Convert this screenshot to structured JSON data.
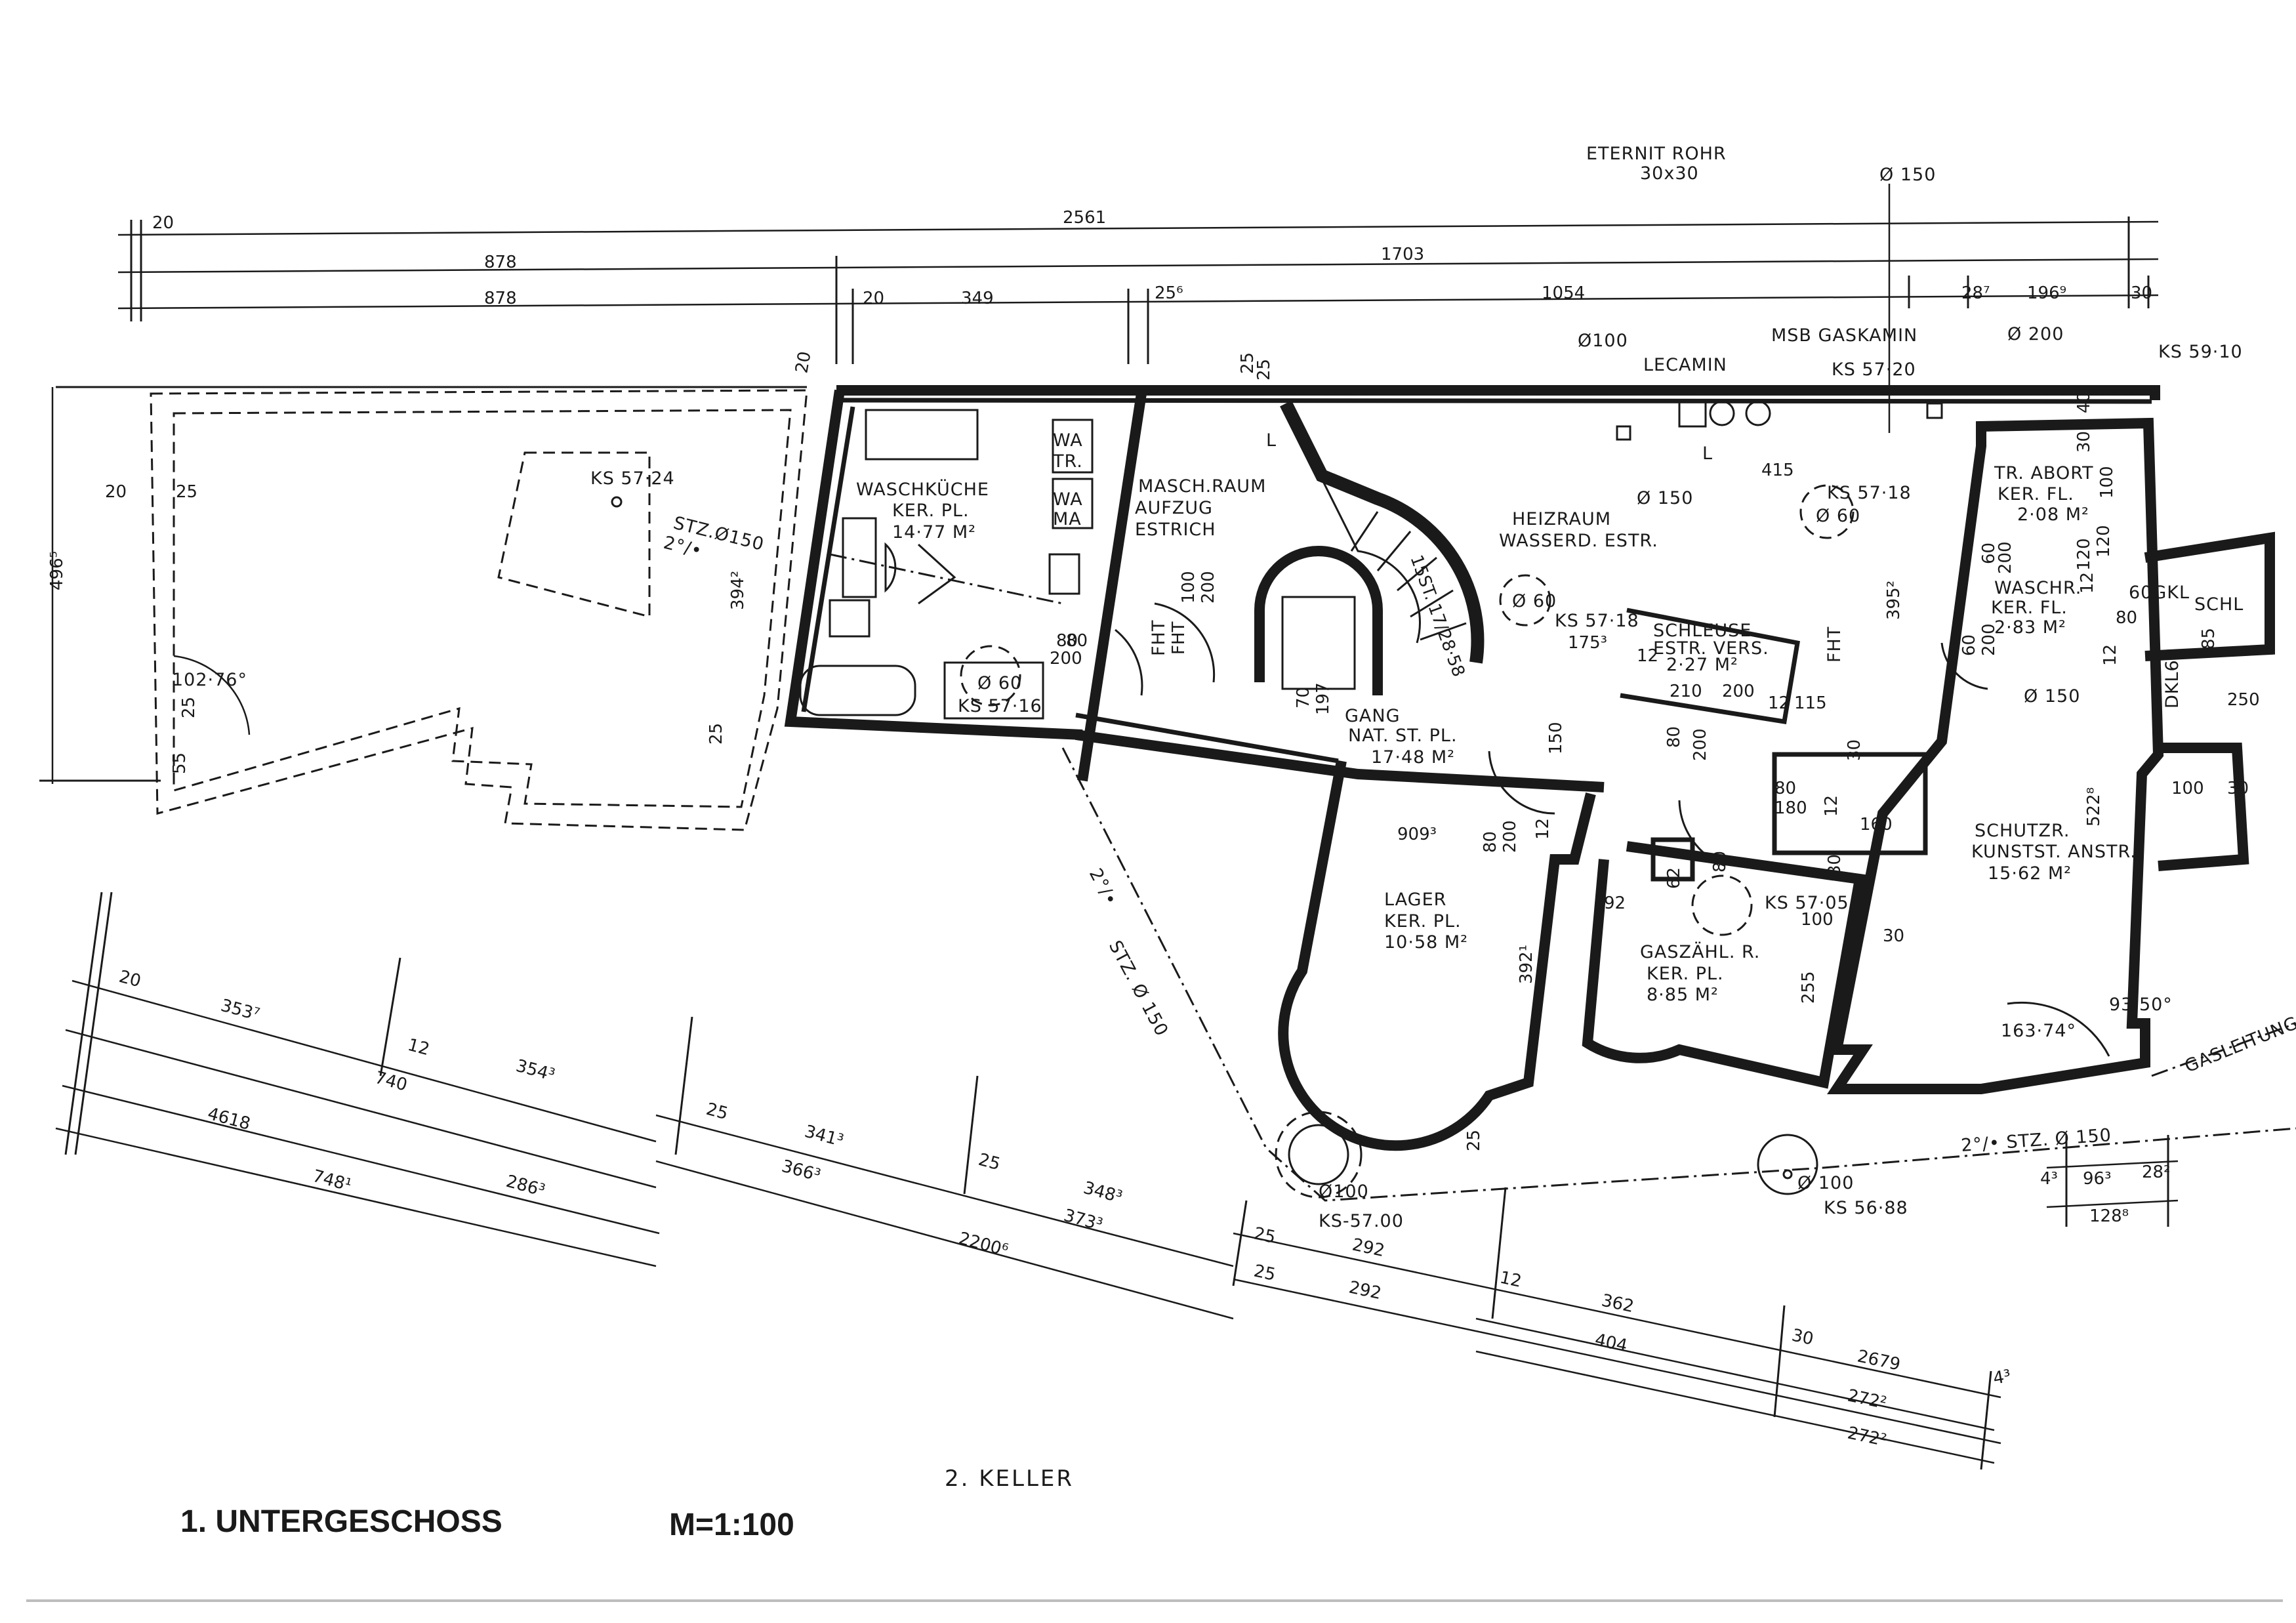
{
  "sheet": {
    "title": "1. UNTERGESCHOSS",
    "scale": "M=1:100",
    "subtitle": "2. KELLER"
  },
  "rooms": [
    {
      "name": "WASCHKÜCHE",
      "floor": "KER. PL.",
      "area": "14·77 M²"
    },
    {
      "name": "MASCH.RAUM",
      "floor": "AUFZUG",
      "area": "ESTRICH"
    },
    {
      "name": "HEIZRAUM",
      "floor": "WASSERD. ESTR.",
      "area": ""
    },
    {
      "name": "TR. ABORT",
      "floor": "KER. FL.",
      "area": "2·08 M²"
    },
    {
      "name": "WASCHR.",
      "floor": "KER. FL.",
      "area": "2·83 M²"
    },
    {
      "name": "SCHLEUSE",
      "floor": "ESTR. VERS.",
      "area": "2·27 M²"
    },
    {
      "name": "GANG",
      "floor": "NAT. ST. PL.",
      "area": "17·48 M²"
    },
    {
      "name": "LAGER",
      "floor": "KER. PL.",
      "area": "10·58 M²"
    },
    {
      "name": "GASZÄHL. R.",
      "floor": "KER. PL.",
      "area": "8·85 M²"
    },
    {
      "name": "SCHUTZR.",
      "floor": "KUNSTST. ANSTR.",
      "area": "15·62 M²"
    },
    {
      "name": "SCHL",
      "floor": "",
      "area": ""
    }
  ],
  "notes": {
    "eternit": "ETERNIT ROHR",
    "eternit_size": "30x30",
    "pipe150_top": "Ø 150",
    "msb": "MSB GASKAMIN",
    "lecamin": "LECAMIN",
    "d100_top": "Ø100",
    "d200_top": "Ø 200",
    "ks5720": "KS 57·20",
    "ks5910": "KS 59·10",
    "ks5724": "KS 57·24",
    "ks5718a": "KS 57·18",
    "ks5718b": "KS 57·18",
    "ks5716": "KS 57·16",
    "ks5705": "KS 57·05",
    "ks5700": "KS-57.00",
    "ks5688": "KS 56·88",
    "stz_top": "STZ.Ø150",
    "stz_top_pct": "2°/•",
    "stz_diag": "STZ. Ø 150",
    "stz_diag_pct": "2°/•",
    "stz_right": "2°/• STZ. Ø 150",
    "gasleitung": "GASLEITUNG",
    "angle1": "102·76°",
    "angle2": "163·74°",
    "angle3": "93·50°",
    "d60a": "Ø 60",
    "d60b": "Ø 60",
    "d60c": "Ø 60",
    "d150a": "Ø 150",
    "d150b": "Ø 150",
    "d100_low": "Ø100",
    "d100_low2": "Ø 100",
    "wa": "WA",
    "tr": "TR.",
    "wa2": "WA",
    "ma": "MA",
    "fht1": "FHT",
    "fht2": "FHT",
    "gkl": "60GKL",
    "dkl": "DKL65",
    "l1": "L",
    "l2": "L"
  },
  "dimensions_top": {
    "d20": "20",
    "d2561": "2561",
    "d878a": "878",
    "d1703": "1703",
    "d878b": "878",
    "d20b": "20",
    "d349": "349",
    "d256": "25⁶",
    "d1054": "1054",
    "d287": "28⁷",
    "d1969": "196⁹",
    "d30": "30"
  },
  "dimensions_left": {
    "d4965": "496⁵",
    "d20l": "20",
    "d25l": "25",
    "d3942": "394²",
    "d25b": "25",
    "d55": "55",
    "d25c": "25",
    "d25_top": "25",
    "d20_rot": "20"
  },
  "dimensions_interior": [
    "200",
    "80",
    "100",
    "FHT",
    "80",
    "200",
    "70",
    "197",
    "15ST. 17/28·58",
    "175³",
    "12",
    "210",
    "200",
    "80",
    "200",
    "115",
    "12",
    "30",
    "395²",
    "415",
    "150",
    "909³",
    "80",
    "200",
    "12",
    "80",
    "180",
    "12",
    "160",
    "62",
    "92",
    "80",
    "30",
    "100",
    "392¹",
    "255",
    "25",
    "30",
    "60",
    "200",
    "12",
    "120",
    "30",
    "40",
    "100",
    "200",
    "120",
    "12",
    "60",
    "80",
    "85",
    "250",
    "100",
    "30",
    "522⁸",
    "25"
  ],
  "dimensions_bottom_left": {
    "d20": "20",
    "d3537": "353⁷",
    "d12": "12",
    "d740": "740",
    "d3543": "354³",
    "d4618": "4618",
    "d25a": "25",
    "d3413": "341³",
    "d7481": "748¹",
    "d2863": "286³",
    "d3663": "366³",
    "d25b": "25",
    "d3483": "348³",
    "d3733": "373³",
    "d22006": "2200⁶"
  },
  "dimensions_bottom_right": {
    "d25a": "25",
    "d292a": "292",
    "d25b": "25",
    "d292b": "292",
    "d12": "12",
    "d362": "362",
    "d404": "404",
    "d30": "30",
    "d2679": "2679",
    "d2722a": "272²",
    "d43": "4³",
    "d2722b": "272²",
    "d43b": "4³",
    "d963": "96³",
    "d282": "28²",
    "d1288": "128⁸"
  }
}
